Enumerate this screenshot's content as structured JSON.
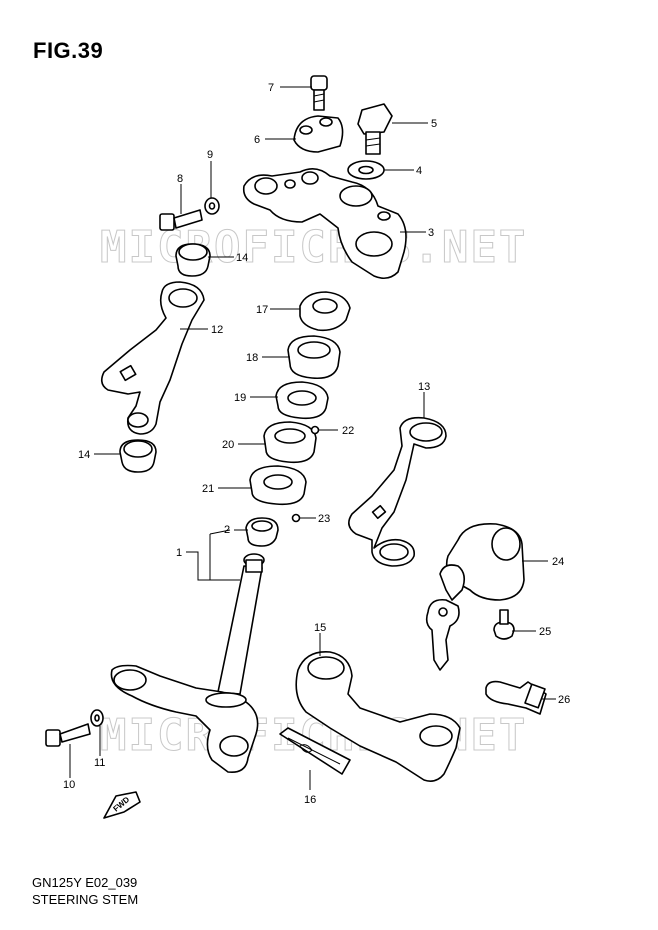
{
  "figure": {
    "title": "FIG.39",
    "code": "GN125Y E02_039",
    "name": "STEERING STEM"
  },
  "watermark": "MICROFICHES.NET",
  "fwd_label": "FWD",
  "callouts": [
    {
      "id": "p1",
      "label": "1"
    },
    {
      "id": "p2",
      "label": "2"
    },
    {
      "id": "p3",
      "label": "3"
    },
    {
      "id": "p4",
      "label": "4"
    },
    {
      "id": "p5",
      "label": "5"
    },
    {
      "id": "p6",
      "label": "6"
    },
    {
      "id": "p7",
      "label": "7"
    },
    {
      "id": "p8",
      "label": "8"
    },
    {
      "id": "p9",
      "label": "9"
    },
    {
      "id": "p10",
      "label": "10"
    },
    {
      "id": "p11",
      "label": "11"
    },
    {
      "id": "p12",
      "label": "12"
    },
    {
      "id": "p13",
      "label": "13"
    },
    {
      "id": "p14a",
      "label": "14"
    },
    {
      "id": "p14b",
      "label": "14"
    },
    {
      "id": "p15",
      "label": "15"
    },
    {
      "id": "p16",
      "label": "16"
    },
    {
      "id": "p17",
      "label": "17"
    },
    {
      "id": "p18",
      "label": "18"
    },
    {
      "id": "p19",
      "label": "19"
    },
    {
      "id": "p20",
      "label": "20"
    },
    {
      "id": "p21",
      "label": "21"
    },
    {
      "id": "p22",
      "label": "22"
    },
    {
      "id": "p23",
      "label": "23"
    },
    {
      "id": "p24",
      "label": "24"
    },
    {
      "id": "p25",
      "label": "25"
    },
    {
      "id": "p26",
      "label": "26"
    }
  ]
}
